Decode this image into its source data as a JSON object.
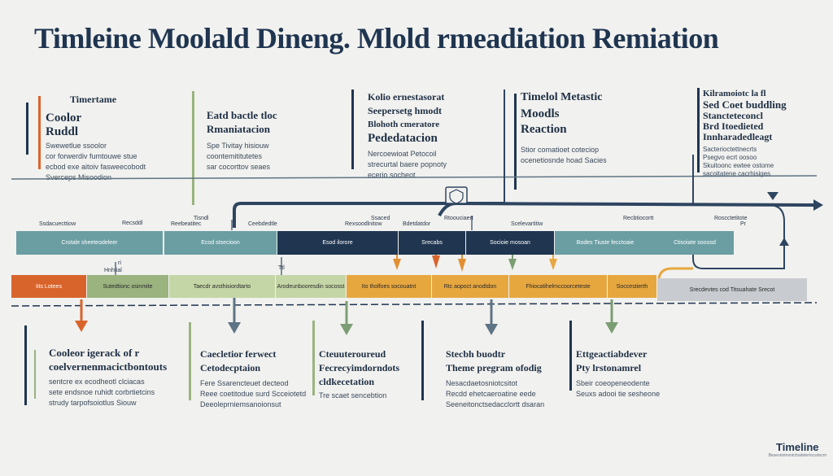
{
  "title": "Timleine Moolald Dineng. Mlold rmeadiation Remiation",
  "top_blocks": [
    {
      "lines": [
        "Timertame",
        "Coolor",
        "Ruddl"
      ],
      "body": [
        "Swewetlue ssoolor",
        "cor forwerdiv fumtouwe stue",
        "ecbod exe aitoiv fasweecobodt",
        "Sverceps Misoodion"
      ]
    },
    {
      "lines": [
        "Eatd bactle tloc",
        "Rmaniatacion"
      ],
      "body": [
        "Spe Tivitay hisiouw",
        "coontemititutetes",
        "sar cocorttov seaes"
      ]
    },
    {
      "lines": [
        "Kolio ernestasorat",
        "Seepersetg hmodt",
        "Blohoth cmeratore",
        "Pededatacion"
      ],
      "body": [
        "Nercoewioat Petocoil",
        "strecurtal baere popnoty",
        "ecerio socheot"
      ]
    },
    {
      "lines": [
        "Timelol Metastic",
        "Moodls",
        "Reaction"
      ],
      "body": [
        "Stior comatioet coteciop",
        "ocenetiosnde hoad Sacies"
      ]
    },
    {
      "lines": [
        "Kilramoiotc la fl",
        "Sed Coet buddling",
        "Stancteteconcl",
        "Brd Itoedieted",
        "Innharadedleagt"
      ],
      "body": [
        "Sacterioctettnecrts",
        "Psegvo ecrt oosoo",
        "Skuitoonc ewtee ostome",
        "sacoitatene cacrhisiges"
      ]
    }
  ],
  "marker_icon": "shield-icon",
  "upper_labels": [
    "Ssdacuecttiow",
    "Recsddl",
    "Tisndl",
    "Reebeatitec",
    "Ceebdedtle",
    "Rexsoodlnitow",
    "Ssaced",
    "Bdetdatdor",
    "Rtoouciaert",
    "Scelevartitiw",
    "Recbtiocortt",
    "Roscctetitote",
    "Pr"
  ],
  "band1": [
    "Crotale sheeteodeleer",
    "Ecod stsecioon",
    "Esod ilorore",
    "Srecabs",
    "Socioie mosoan",
    "Bodes Tiuste fecctoaie",
    "Ctisoiate sooosd"
  ],
  "mid_labels": [
    "ri",
    "Hnhtial",
    "Ttl"
  ],
  "band2": [
    "Iits Lotees",
    "Sutedtionc osinmite",
    "Taecdr avsthisiordtarto",
    "Arodeunbooresdin socosst",
    "Ito tholfoes socouatnt",
    "Rtc aopoct anodtdon",
    "Fhiocatihelmccoorceteste",
    "Soccestierth",
    "Srecdevtes cod Titsuahate Srecot"
  ],
  "bottom_blocks": [
    {
      "lines": [
        "Cooleor igerack of r",
        "coelvernenmacictbontouts"
      ],
      "body": [
        "sentcre ex ecodheotl clciacas",
        "sete endsnoe ruhidt corbrtietcins",
        "strudy tarpofsoiotlus Siouw"
      ]
    },
    {
      "lines": [
        "Caecletior ferwect",
        "Cetodecptaion"
      ],
      "body": [
        "Fere Ssarencteuet decteod",
        "Reee coetitodue surd Scceiotetd",
        "Deeoleprniemsanoionsut"
      ]
    },
    {
      "lines": [
        "Cteuuteroureud",
        "Fecrecyimdorndots",
        "cldkecetation"
      ],
      "body": [
        "Tre scaet sencebtion"
      ]
    },
    {
      "lines": [
        "Stecbh buodtr",
        "Theme pregram ofodig"
      ],
      "body": [
        "Nesacdaetosniotcsitot",
        "Recdd ehetcaeroatine eede",
        "Seeneitonctsedacclortt dsaran"
      ]
    },
    {
      "lines": [
        "Ettgeactiabdever",
        "Pty lrstonamrel"
      ],
      "body": [
        "Sbeir coeopeneodente",
        "Seuxs adooi tie sesheone"
      ]
    }
  ],
  "logo": {
    "title": "Timeline",
    "subtitle": "Beseoriotnontcbodeterlocsdocm"
  },
  "colors": {
    "navy": "#1f3550",
    "teal": "#6a9ea3",
    "sage": "#7b9d74",
    "orange": "#e28f33",
    "amber": "#e7a73f",
    "rust": "#d9642b",
    "grey": "#c8cbcf",
    "line": "#5e7484"
  }
}
